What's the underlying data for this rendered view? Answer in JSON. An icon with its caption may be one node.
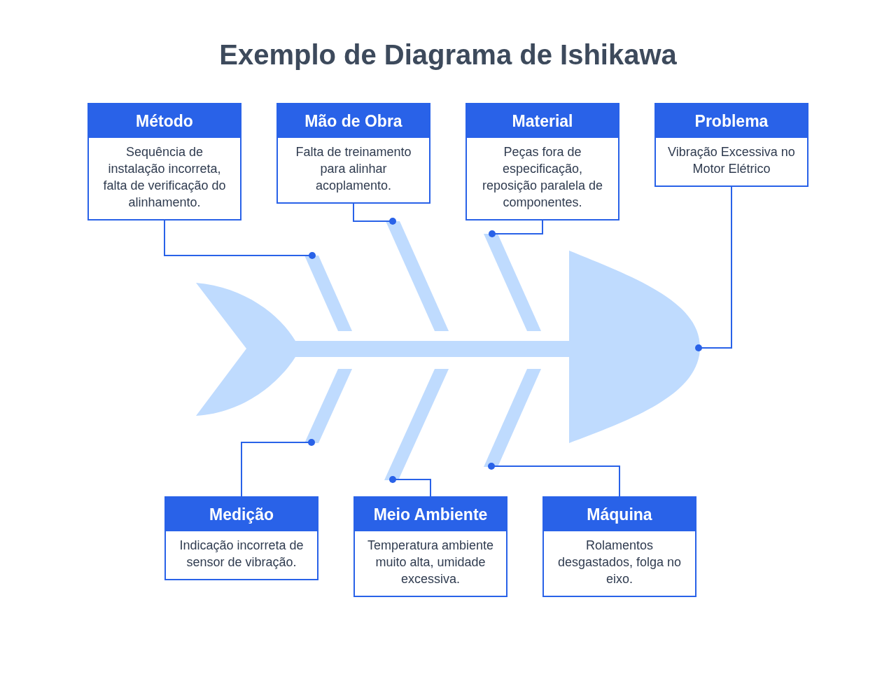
{
  "diagram": {
    "title": "Exemplo de Diagrama de Ishikawa",
    "nodes": [
      {
        "text": [
          "Método",
          "Sequência de instalação incorreta, falta de verificação do alinhamento."
        ]
      },
      {
        "text": [
          "Mão de Obra",
          "Falta de treinamento para alinhar acoplamento."
        ]
      },
      {
        "text": [
          "Material",
          "Peças fora de especificação, reposição paralela de componentes."
        ]
      },
      {
        "text": [
          "Problema",
          "Vibração Excessiva no Motor Elétrico"
        ]
      },
      {
        "text": [
          "Medição",
          "Indicação incorreta de sensor de vibração."
        ]
      },
      {
        "text": [
          "Meio Ambiente",
          "Temperatura ambiente muito alta, umidade excessiva."
        ]
      },
      {
        "text": [
          "Máquina",
          "Rolamentos desgastados, folga no eixo."
        ]
      },
      {
        "text": [],
        "shape": "bar"
      },
      {
        "text": [],
        "shape": "bar"
      },
      {
        "text": [],
        "shape": "bar"
      },
      {
        "text": [],
        "shape": "picture"
      },
      {
        "text": [],
        "shape": "bar"
      },
      {
        "text": [],
        "shape": "bar"
      },
      {
        "text": [],
        "shape": "bar"
      }
    ],
    "edges": [
      {
        "from": 0,
        "to": 7,
        "arrow": "other"
      },
      {
        "from": 1,
        "to": 8,
        "arrow": "other"
      },
      {
        "from": 2,
        "to": 9,
        "arrow": "other"
      },
      {
        "from": 3,
        "to": 10,
        "arrow": "other"
      },
      {
        "from": 4,
        "to": 11,
        "arrow": "other"
      },
      {
        "from": 5,
        "to": 12,
        "arrow": "other"
      },
      {
        "from": 6,
        "to": 13,
        "arrow": "other"
      }
    ]
  }
}
